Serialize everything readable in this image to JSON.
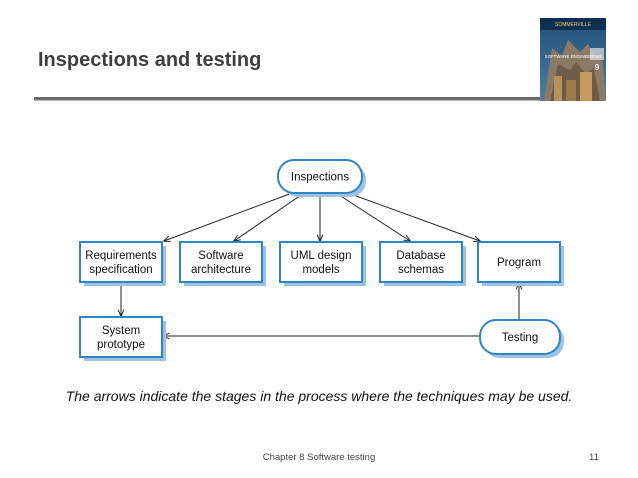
{
  "slide": {
    "title": "Inspections and testing",
    "caption": "The arrows indicate the stages in the process where the techniques may be used.",
    "footer": "Chapter 8 Software testing",
    "page_number": "11"
  },
  "book_cover": {
    "author": "SOMMERVILLE",
    "title": "SOFTWARE ENGINEERING",
    "edition": "9"
  },
  "diagram": {
    "nodes": {
      "inspections": [
        "Inspections"
      ],
      "requirements": [
        "Requirements",
        "specification"
      ],
      "architecture": [
        "Software",
        "architecture"
      ],
      "uml": [
        "UML design",
        "models"
      ],
      "database": [
        "Database",
        "schemas"
      ],
      "program": [
        "Program"
      ],
      "prototype": [
        "System",
        "prototype"
      ],
      "testing": [
        "Testing"
      ]
    },
    "edges": [
      [
        "inspections",
        "requirements"
      ],
      [
        "inspections",
        "architecture"
      ],
      [
        "inspections",
        "uml"
      ],
      [
        "inspections",
        "database"
      ],
      [
        "inspections",
        "program"
      ],
      [
        "requirements",
        "prototype"
      ],
      [
        "testing",
        "program"
      ],
      [
        "testing",
        "prototype"
      ]
    ],
    "colors": {
      "box_border": "#2f85c4",
      "box_shadow": "#9cc3e4",
      "arrow": "#222222"
    }
  }
}
